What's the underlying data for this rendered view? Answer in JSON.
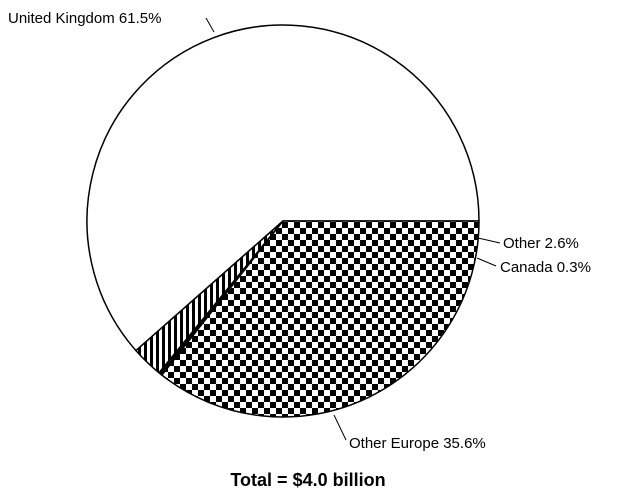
{
  "chart_data": {
    "type": "pie",
    "slices": [
      {
        "label": "United Kingdom 61.5%",
        "value": 61.5,
        "fill": "white"
      },
      {
        "label": "Other 2.6%",
        "value": 2.6,
        "fill": "vertical-stripes"
      },
      {
        "label": "Canada 0.3%",
        "value": 0.3,
        "fill": "black"
      },
      {
        "label": "Other Europe 35.6%",
        "value": 35.6,
        "fill": "checkerboard"
      }
    ],
    "total_label": "Total = $4.0 billion",
    "colors": {
      "outline": "#000000",
      "background": "#ffffff"
    }
  }
}
